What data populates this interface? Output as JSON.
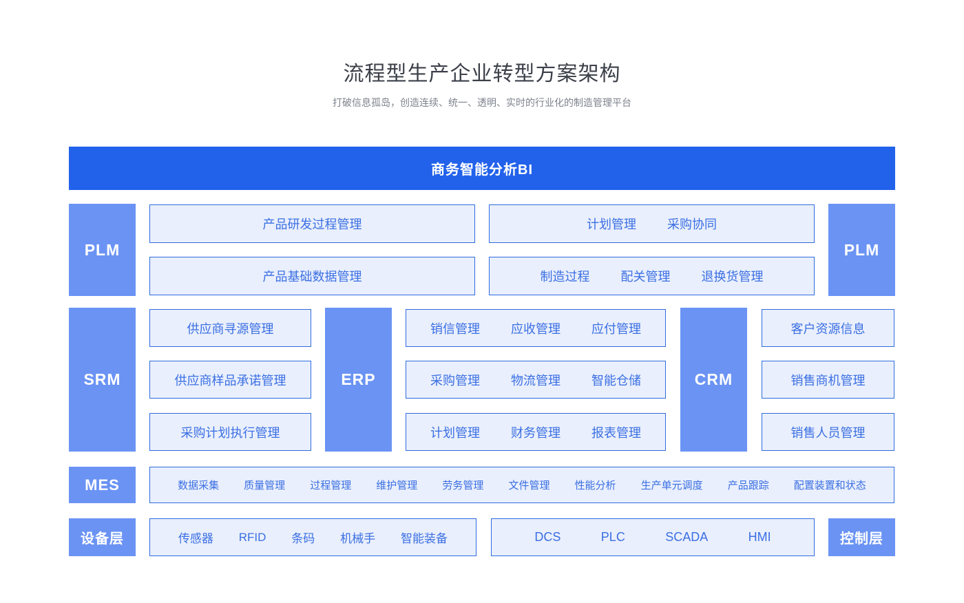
{
  "colors": {
    "primary_blue": "#2262eb",
    "label_blue": "#6a93f4",
    "box_bg": "#e9effc",
    "box_border": "#2e6be0",
    "box_text": "#3b6fe3",
    "title_color": "#3c4049",
    "subtitle_color": "#7d828c"
  },
  "header": {
    "title": "流程型生产企业转型方案架构",
    "subtitle": "打破信息孤岛，创造连续、统一、透明、实时的行业化的制造管理平台"
  },
  "bi_bar": {
    "label": "商务智能分析BI"
  },
  "plm": {
    "left_label": "PLM",
    "right_label": "PLM",
    "box_rd": [
      "产品研发过程管理"
    ],
    "box_plan": [
      "计划管理",
      "采购协同"
    ],
    "box_base": [
      "产品基础数据管理"
    ],
    "box_mfg": [
      "制造过程",
      "配关管理",
      "退换货管理"
    ]
  },
  "middle": {
    "srm_label": "SRM",
    "erp_label": "ERP",
    "crm_label": "CRM",
    "srm_box1": [
      "供应商寻源管理"
    ],
    "srm_box2": [
      "供应商样品承诺管理"
    ],
    "srm_box3": [
      "采购计划执行管理"
    ],
    "erp_box1": [
      "销信管理",
      "应收管理",
      "应付管理"
    ],
    "erp_box2": [
      "采购管理",
      "物流管理",
      "智能仓储"
    ],
    "erp_box3": [
      "计划管理",
      "财务管理",
      "报表管理"
    ],
    "crm_box1": [
      "客户资源信息"
    ],
    "crm_box2": [
      "销售商机管理"
    ],
    "crm_box3": [
      "销售人员管理"
    ]
  },
  "mes": {
    "label": "MES",
    "items": [
      "数据采集",
      "质量管理",
      "过程管理",
      "维护管理",
      "劳务管理",
      "文件管理",
      "性能分析",
      "生产单元调度",
      "产品跟踪",
      "配置装置和状态"
    ]
  },
  "bottom": {
    "device_label": "设备层",
    "control_label": "控制层",
    "device_items": [
      "传感器",
      "RFID",
      "条码",
      "机械手",
      "智能装备"
    ],
    "control_items": [
      "DCS",
      "PLC",
      "SCADA",
      "HMI"
    ]
  }
}
